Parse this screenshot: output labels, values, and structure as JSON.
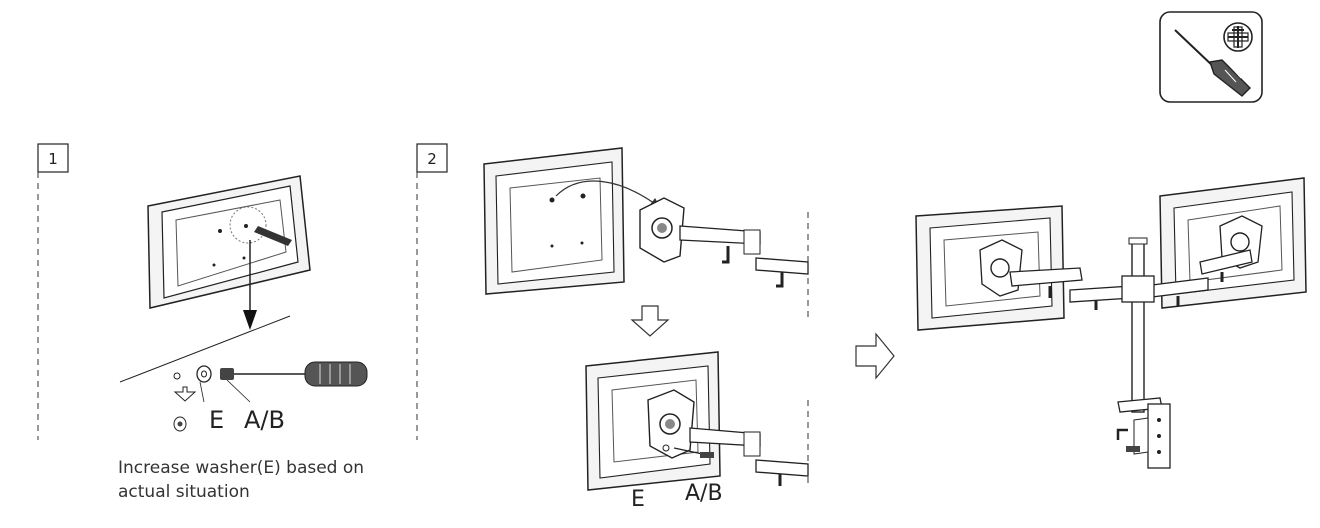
{
  "steps": [
    {
      "number": "1",
      "part_labels": [
        "E",
        "A/B"
      ]
    },
    {
      "number": "2",
      "part_labels": [
        "E",
        "A/B"
      ]
    }
  ],
  "note": {
    "line1": "Increase washer(E) based on",
    "line2": "actual situation"
  },
  "tool_badge": {
    "icon": "phillips-screwdriver-icon",
    "symbol": "plus-head"
  }
}
